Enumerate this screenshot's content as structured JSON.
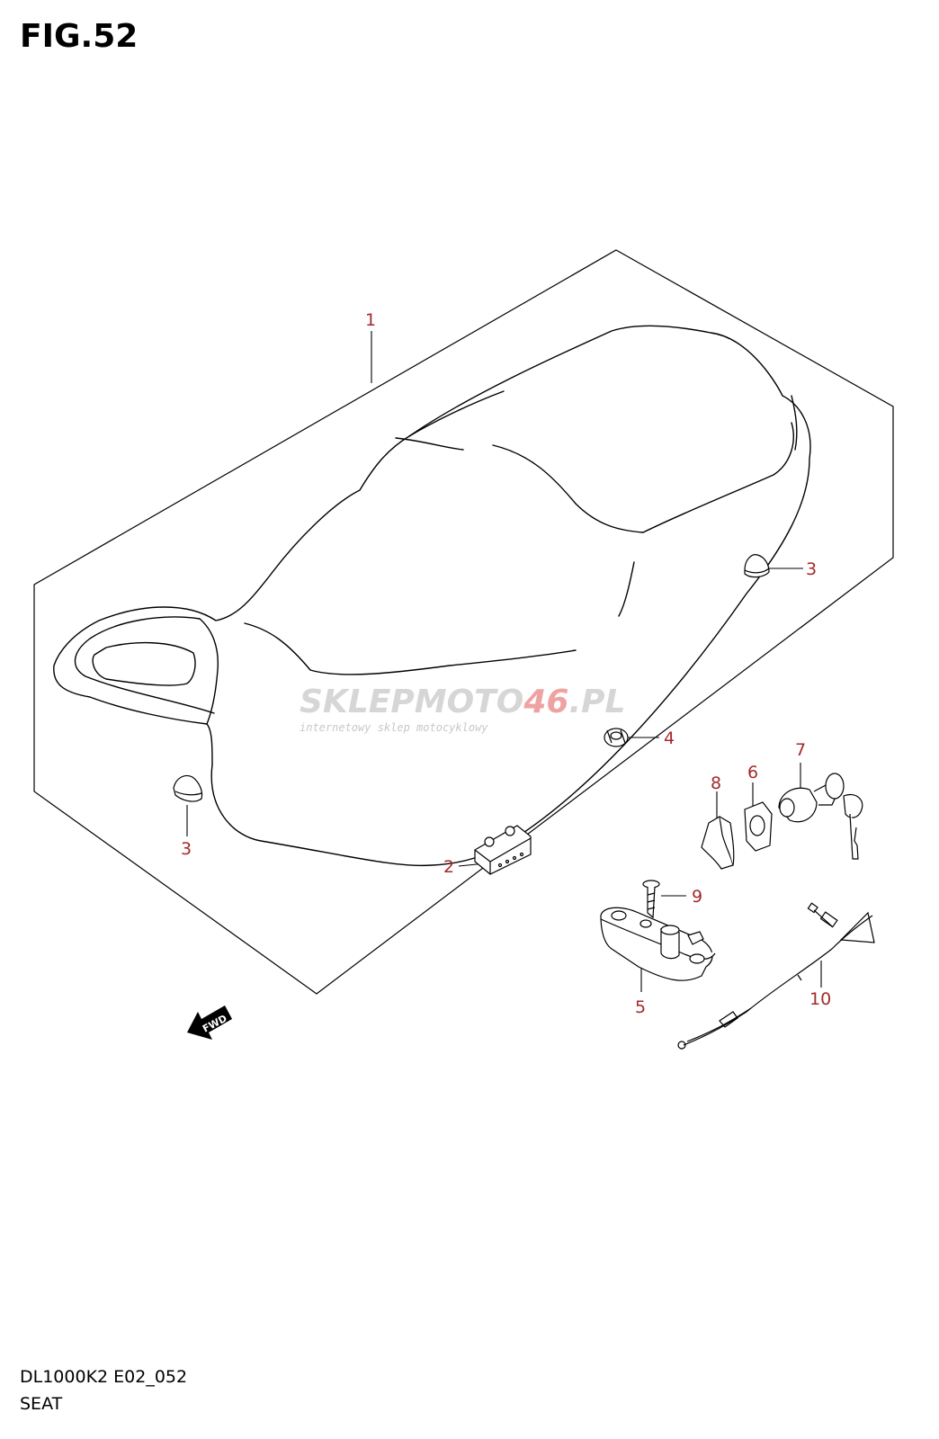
{
  "figure": {
    "title": "FIG.52",
    "code": "DL1000K2 E02_052",
    "name": "SEAT"
  },
  "watermark": {
    "brand_part1": "SKLEP",
    "brand_part2": "MOTO",
    "brand_part3": "46",
    "brand_part4": ".PL",
    "tagline": "internetowy sklep motocyklowy",
    "colors": {
      "light": "#d9d9d9",
      "accent": "#f2a7a7"
    }
  },
  "direction_arrow": {
    "label": "FWD"
  },
  "callouts": [
    {
      "id": "1",
      "part": "seat"
    },
    {
      "id": "3",
      "part": "cushion-right"
    },
    {
      "id": "3",
      "part": "cushion-left"
    },
    {
      "id": "4",
      "part": "nut"
    },
    {
      "id": "7",
      "part": "seat-lock"
    },
    {
      "id": "6",
      "part": "cover"
    },
    {
      "id": "8",
      "part": "holder"
    },
    {
      "id": "2",
      "part": "cushion-block"
    },
    {
      "id": "9",
      "part": "screw"
    },
    {
      "id": "5",
      "part": "bracket"
    },
    {
      "id": "10",
      "part": "cable"
    }
  ],
  "colors": {
    "callout": "#a52a2a",
    "line": "#000000"
  }
}
